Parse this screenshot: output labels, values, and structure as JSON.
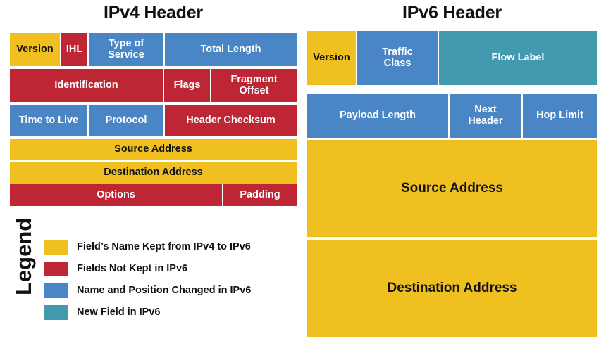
{
  "colors": {
    "kept": "#F0C020",
    "not_kept": "#BE2535",
    "changed": "#4A86C5",
    "new": "#4399AD",
    "background": "#FFFFFF",
    "text_dark": "#121212",
    "text_light": "#FFFFFF"
  },
  "ipv4": {
    "title": "IPv4 Header",
    "rows": [
      {
        "fields": [
          {
            "label": "Version",
            "color": "kept"
          },
          {
            "label": "IHL",
            "color": "not_kept"
          },
          {
            "label": "Type of\nService",
            "color": "changed"
          },
          {
            "label": "Total Length",
            "color": "changed"
          }
        ]
      },
      {
        "fields": [
          {
            "label": "Identification",
            "color": "not_kept"
          },
          {
            "label": "Flags",
            "color": "not_kept"
          },
          {
            "label": "Fragment\nOffset",
            "color": "not_kept"
          }
        ]
      },
      {
        "fields": [
          {
            "label": "Time to Live",
            "color": "changed"
          },
          {
            "label": "Protocol",
            "color": "changed"
          },
          {
            "label": "Header Checksum",
            "color": "not_kept"
          }
        ]
      },
      {
        "fields": [
          {
            "label": "Source Address",
            "color": "kept"
          }
        ]
      },
      {
        "fields": [
          {
            "label": "Destination Address",
            "color": "kept"
          }
        ]
      },
      {
        "fields": [
          {
            "label": "Options",
            "color": "not_kept"
          },
          {
            "label": "Padding",
            "color": "not_kept"
          }
        ]
      }
    ]
  },
  "ipv6": {
    "title": "IPv6 Header",
    "rows": [
      {
        "fields": [
          {
            "label": "Version",
            "color": "kept"
          },
          {
            "label": "Traffic\nClass",
            "color": "changed"
          },
          {
            "label": "Flow Label",
            "color": "new"
          }
        ]
      },
      {
        "fields": [
          {
            "label": "Payload Length",
            "color": "changed"
          },
          {
            "label": "Next\nHeader",
            "color": "changed"
          },
          {
            "label": "Hop Limit",
            "color": "changed"
          }
        ]
      },
      {
        "fields": [
          {
            "label": "Source Address",
            "color": "kept"
          }
        ]
      },
      {
        "fields": [
          {
            "label": "Destination Address",
            "color": "kept"
          }
        ]
      }
    ]
  },
  "legend": {
    "title": "Legend",
    "items": [
      {
        "color": "kept",
        "label": "Field’s Name Kept from IPv4 to IPv6"
      },
      {
        "color": "not_kept",
        "label": "Fields Not Kept in IPv6"
      },
      {
        "color": "changed",
        "label": "Name and Position Changed in IPv6"
      },
      {
        "color": "new",
        "label": "New Field in IPv6"
      }
    ]
  }
}
